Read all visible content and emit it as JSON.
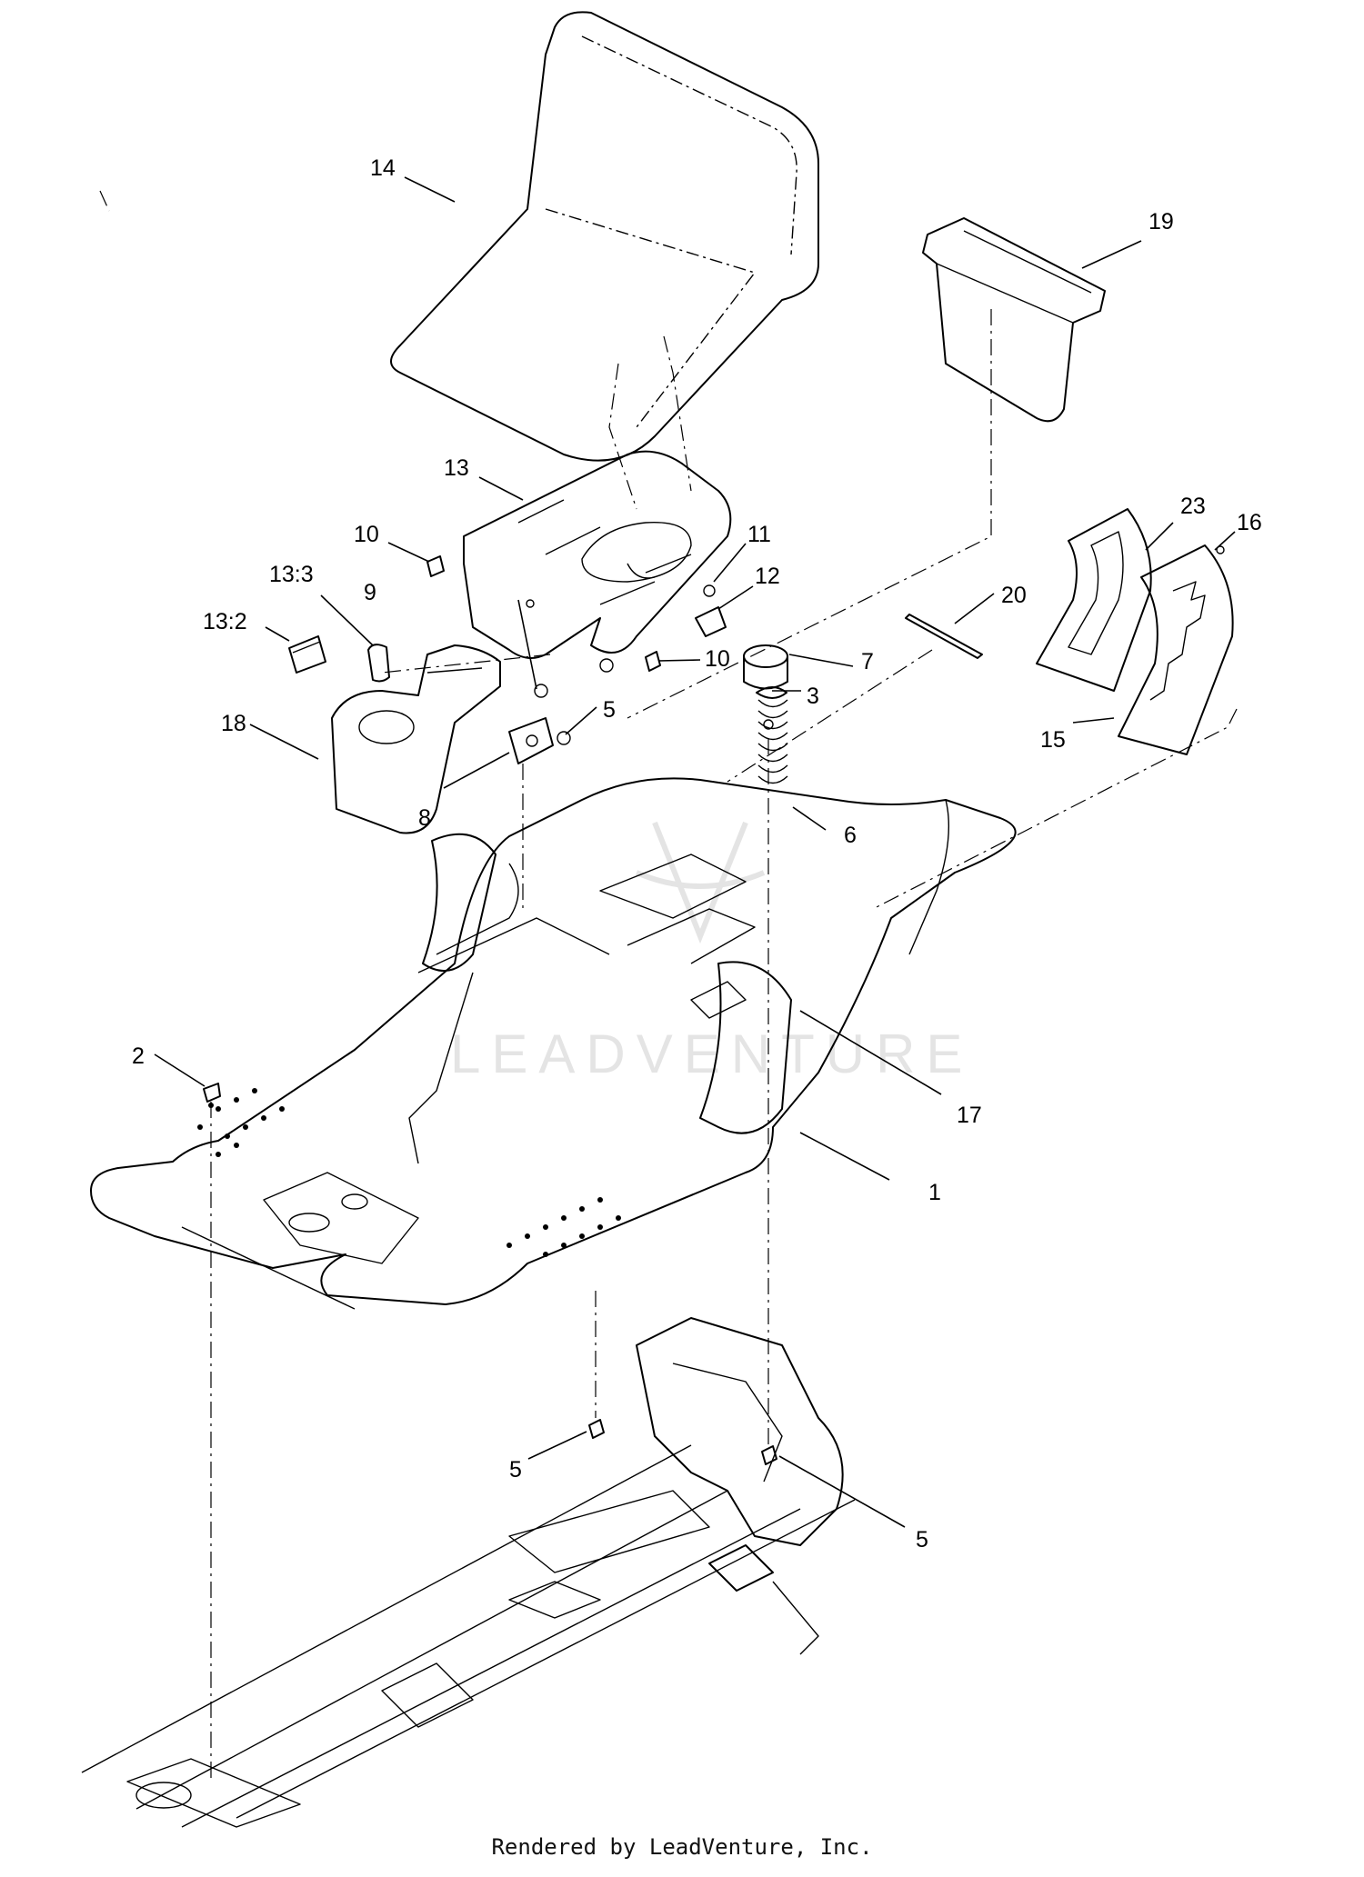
{
  "diagram": {
    "watermark": "LEADVENTURE",
    "footer": "Rendered by LeadVenture, Inc.",
    "callouts": [
      {
        "id": "14",
        "label": "14"
      },
      {
        "id": "19",
        "label": "19"
      },
      {
        "id": "13",
        "label": "13"
      },
      {
        "id": "10a",
        "label": "10"
      },
      {
        "id": "11",
        "label": "11"
      },
      {
        "id": "12",
        "label": "12"
      },
      {
        "id": "13-3",
        "label": "13:3"
      },
      {
        "id": "9",
        "label": "9"
      },
      {
        "id": "13-2",
        "label": "13:2"
      },
      {
        "id": "10b",
        "label": "10"
      },
      {
        "id": "7",
        "label": "7"
      },
      {
        "id": "20",
        "label": "20"
      },
      {
        "id": "23",
        "label": "23"
      },
      {
        "id": "16",
        "label": "16"
      },
      {
        "id": "18",
        "label": "18"
      },
      {
        "id": "5a",
        "label": "5"
      },
      {
        "id": "3",
        "label": "3"
      },
      {
        "id": "8",
        "label": "8"
      },
      {
        "id": "6",
        "label": "6"
      },
      {
        "id": "15",
        "label": "15"
      },
      {
        "id": "2",
        "label": "2"
      },
      {
        "id": "17",
        "label": "17"
      },
      {
        "id": "1",
        "label": "1"
      },
      {
        "id": "5b",
        "label": "5"
      },
      {
        "id": "5c",
        "label": "5"
      }
    ]
  }
}
